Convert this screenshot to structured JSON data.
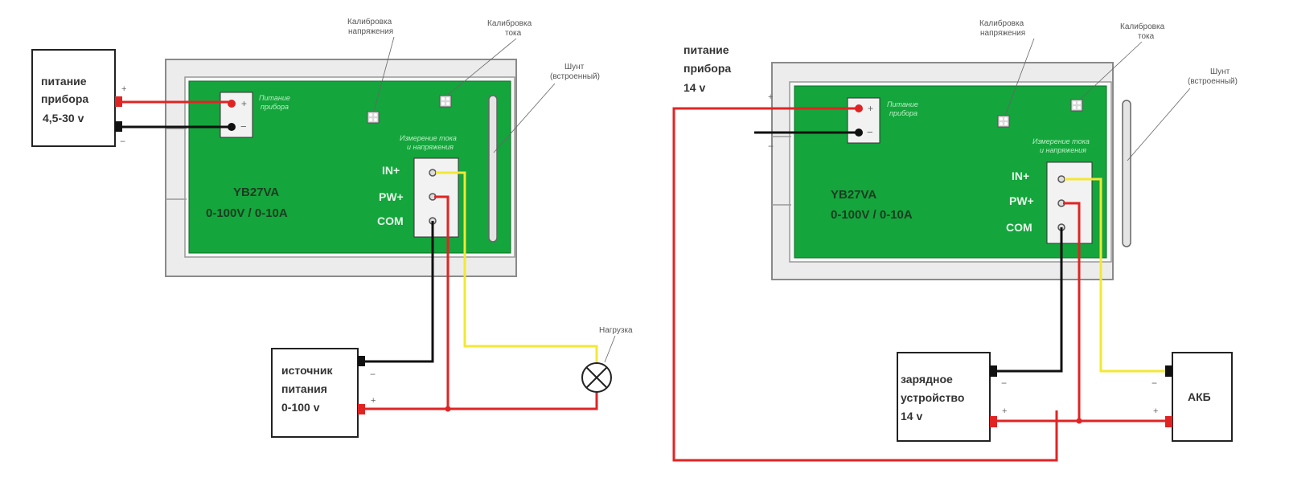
{
  "colors": {
    "board_green": "#14a53c",
    "wire_red": "#e02424",
    "wire_black": "#111111",
    "wire_yellow": "#f2e836",
    "frame_gray": "#d9d9d9"
  },
  "left": {
    "power_box": {
      "line1": "питание",
      "line2": "прибора",
      "line3": "4,5-30 v"
    },
    "plus": "+",
    "minus": "−",
    "board": {
      "power_label_1": "Питание",
      "power_label_2": "прибора",
      "measure_label_1": "Измерение тока",
      "measure_label_2": "и напряжения",
      "model": "YB27VA",
      "range": "0-100V / 0-10A",
      "terminals": [
        "IN+",
        "PW+",
        "COM"
      ]
    },
    "callouts": {
      "cal_voltage_1": "Калибровка",
      "cal_voltage_2": "напряжения",
      "cal_current_1": "Калибровка",
      "cal_current_2": "тока",
      "shunt_1": "Шунт",
      "shunt_2": "(встроенный)",
      "load": "Нагрузка"
    },
    "source_box": {
      "line1": "источник",
      "line2": "питания",
      "line3": "0-100 v"
    }
  },
  "right": {
    "power_label": {
      "line1": "питание",
      "line2": "прибора",
      "line3": "14 v"
    },
    "plus": "+",
    "minus": "−",
    "board": {
      "power_label_1": "Питание",
      "power_label_2": "прибора",
      "measure_label_1": "Измерение тока",
      "measure_label_2": "и напряжения",
      "model": "YB27VA",
      "range": "0-100V / 0-10A",
      "terminals": [
        "IN+",
        "PW+",
        "COM"
      ]
    },
    "callouts": {
      "cal_voltage_1": "Калибровка",
      "cal_voltage_2": "напряжения",
      "cal_current_1": "Калибровка",
      "cal_current_2": "тока",
      "shunt_1": "Шунт",
      "shunt_2": "(встроенный)"
    },
    "charger_box": {
      "line1": "зарядное",
      "line2": "устройство",
      "line3": "14 v"
    },
    "battery_box": {
      "label": "АКБ"
    }
  }
}
